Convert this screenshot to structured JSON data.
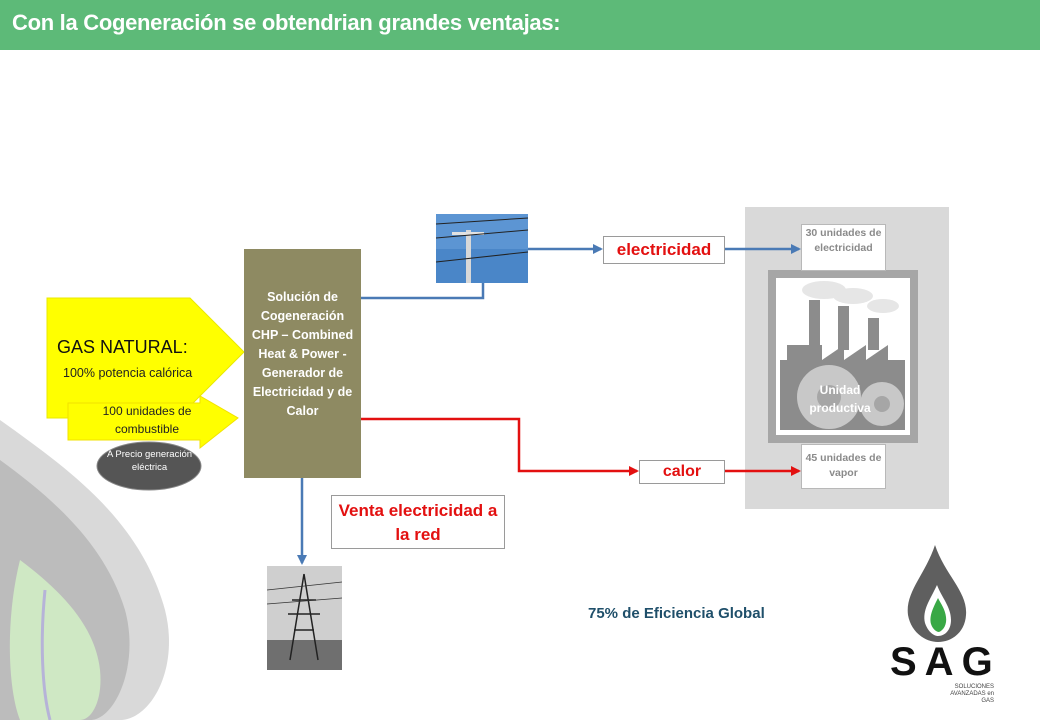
{
  "title": "Con la Cogeneración se obtendrian grandes ventajas:",
  "gas": {
    "title": "GAS NATURAL",
    "colon": ":",
    "potencia": "100% potencia calórica",
    "combustible": "100 unidades de combustible"
  },
  "precio_badge": "A Precio generación eléctrica",
  "chp_box": "Solución de Cogeneración CHP – Combined Heat & Power - Generador de Electricidad y de Calor",
  "outputs": {
    "electricidad": "electricidad",
    "calor": "calor",
    "venta": "Venta electricidad a la red"
  },
  "unidad": {
    "electricidad_units": "30 unidades de electricidad",
    "vapor_units": "45 unidades de vapor",
    "label": "Unidad productiva"
  },
  "eficiencia": "75% de Eficiencia Global",
  "logo": {
    "word": "SAG",
    "subtitle": "SOLUCIONES AVANZADAS en GAS"
  },
  "colors": {
    "title_bar": "#5dba78",
    "chp_box": "#8e8a62",
    "arrow_blue": "#4a7ab5",
    "arrow_red": "#e31010",
    "gas_yellow": "#ffff00",
    "unit_bg": "#d9d9d9",
    "factory": "#a6a6a6"
  }
}
